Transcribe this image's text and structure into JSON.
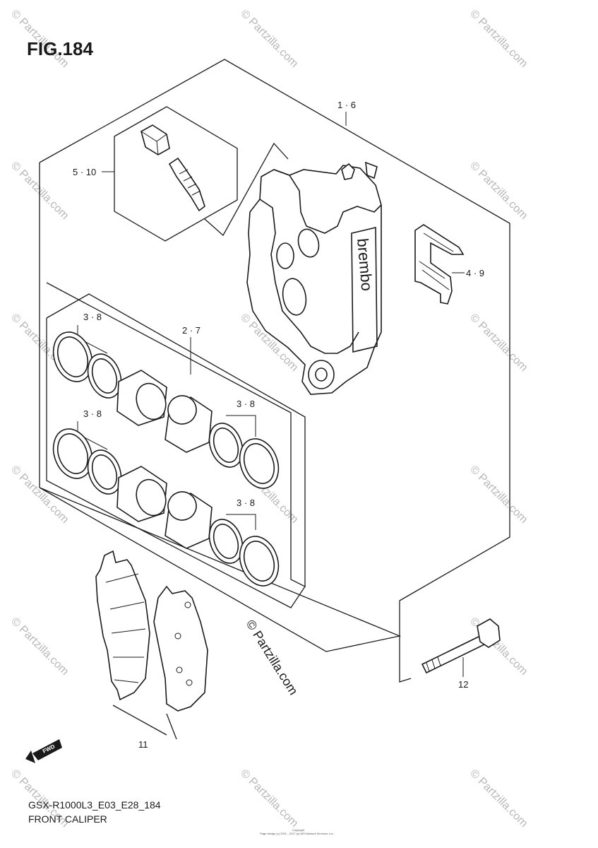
{
  "figure": {
    "title": "FIG.184",
    "diagram_code": "GSX-R1000L3_E03_E28_184",
    "section_name": "FRONT CALIPER"
  },
  "callouts": {
    "caliper_assembly": "1 · 6",
    "bleeder_kit": "5 · 10",
    "pad_spring": "4 · 9",
    "piston_set": "2 · 7",
    "seal_top_left": "3 · 8",
    "seal_mid_left": "3 · 8",
    "seal_mid_right": "3 · 8",
    "seal_bottom_right": "3 · 8",
    "brake_pads": "11",
    "caliper_bolt": "12"
  },
  "labels": {
    "fwd_arrow": "FWD",
    "brand_mark": "brembo",
    "copyright_center": "© Partzilla.com",
    "copyright_small_1": "Copyright",
    "copyright_small_2": "Page design (c) 2001 - 2017 (c) ARI Network Services, Inc.",
    "watermark": "© Partzilla.com"
  }
}
